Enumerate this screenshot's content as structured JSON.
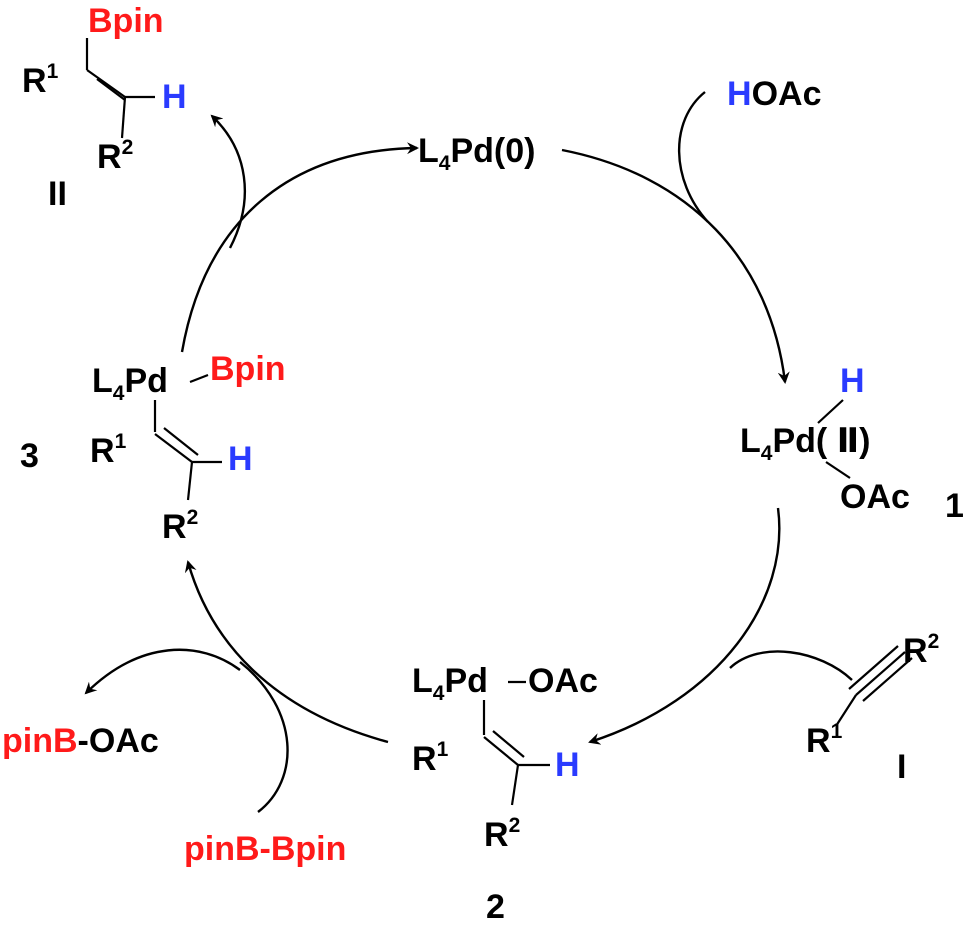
{
  "colors": {
    "boron": "#ff1a1a",
    "hydrogen": "#2a3bff",
    "default": "#000000"
  },
  "catalyst_pd0": {
    "L": "L",
    "sub": "4",
    "rest": "Pd(0)"
  },
  "hoac": {
    "H": "H",
    "rest": "OAc"
  },
  "product_II": {
    "bpin": "Bpin",
    "R": "R",
    "r1": "1",
    "r2": "2",
    "H": "H",
    "label": "II"
  },
  "intermediate_1": {
    "L": "L",
    "sub": "4",
    "pd": "Pd",
    "ox": "( Ⅱ)",
    "H": "H",
    "oac": "OAc",
    "label": "1"
  },
  "alkyne_I": {
    "R": "R",
    "r1": "1",
    "r2": "2",
    "label": "I"
  },
  "intermediate_2": {
    "L": "L",
    "sub": "4",
    "pd": "Pd",
    "oac": "OAc",
    "R": "R",
    "r1": "1",
    "r2": "2",
    "H": "H",
    "label": "2"
  },
  "intermediate_3": {
    "L": "L",
    "sub": "4",
    "pd": "Pd",
    "bpin": "Bpin",
    "R": "R",
    "r1": "1",
    "r2": "2",
    "H": "H",
    "label": "3"
  },
  "pinb_oac": {
    "pinB": "pinB",
    "rest": "-OAc"
  },
  "pinb_bpin": {
    "text": "pinB-Bpin"
  }
}
